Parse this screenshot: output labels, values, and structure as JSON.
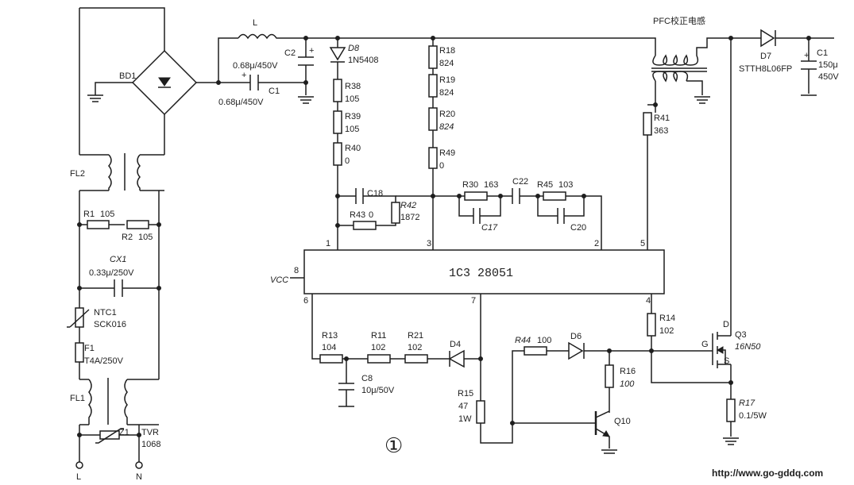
{
  "title_label": "PFC校正电感",
  "ic": {
    "name": "1C3 28051",
    "vcc": "VCC",
    "pins": [
      "1",
      "2",
      "3",
      "4",
      "5",
      "6",
      "7",
      "8"
    ]
  },
  "bridge": "BD1",
  "inductor_l": "L",
  "filters": {
    "fl1": "FL1",
    "fl2": "FL2"
  },
  "r1": {
    "ref": "R1",
    "value": "105"
  },
  "r2": {
    "ref": "R2",
    "value": "105"
  },
  "cx1": {
    "ref": "CX1",
    "value": "0.33μ/250V"
  },
  "ntc1": {
    "ref": "NTC1",
    "value": "SCK016"
  },
  "f1": {
    "ref": "F1",
    "value": "T4A/250V"
  },
  "z1": "Z1",
  "tvr": {
    "ref": "TVR",
    "value": "1068"
  },
  "terminals": {
    "l": "L",
    "n": "N"
  },
  "c1_in": {
    "ref": "C1",
    "value": "0.68μ/450V"
  },
  "c2": {
    "ref": "C2",
    "value": "0.68μ/450V"
  },
  "d8": {
    "ref": "D8",
    "value": "1N5408"
  },
  "r38": {
    "ref": "R38",
    "value": "105"
  },
  "r39": {
    "ref": "R39",
    "value": "105"
  },
  "r40": {
    "ref": "R40",
    "value": "0"
  },
  "r18": {
    "ref": "R18",
    "value": "824"
  },
  "r19": {
    "ref": "R19",
    "value": "824"
  },
  "r20": {
    "ref": "R20",
    "value": "824"
  },
  "r49": {
    "ref": "R49",
    "value": "0"
  },
  "r41": {
    "ref": "R41",
    "value": "363"
  },
  "d7": {
    "ref": "D7",
    "value": "STTH8L06FP"
  },
  "c1_out": {
    "ref": "C1",
    "value": "150μ",
    "voltage": "450V"
  },
  "c18": "C18",
  "r42": {
    "ref": "R42",
    "value": "1872"
  },
  "r43": {
    "ref": "R43",
    "value": "0"
  },
  "r30": {
    "ref": "R30",
    "value": "163"
  },
  "c17": "C17",
  "c22": "C22",
  "r45": {
    "ref": "R45",
    "value": "103"
  },
  "c20": "C20",
  "r13": {
    "ref": "R13",
    "value": "104"
  },
  "r11": {
    "ref": "R11",
    "value": "102"
  },
  "r21": {
    "ref": "R21",
    "value": "102"
  },
  "d4": "D4",
  "c8": {
    "ref": "C8",
    "value": "10μ/50V"
  },
  "r15": {
    "ref": "R15",
    "value": "47",
    "power": "1W"
  },
  "r44": {
    "ref": "R44",
    "value": "100"
  },
  "d6": "D6",
  "r16": {
    "ref": "R16",
    "value": "100"
  },
  "q10": "Q10",
  "r14": {
    "ref": "R14",
    "value": "102"
  },
  "q3": {
    "ref": "Q3",
    "value": "16N50",
    "d": "D",
    "g": "G",
    "s": "S"
  },
  "r17": {
    "ref": "R17",
    "value": "0.1/5W"
  },
  "figure_mark": "①",
  "url": "http://www.go-gddq.com"
}
